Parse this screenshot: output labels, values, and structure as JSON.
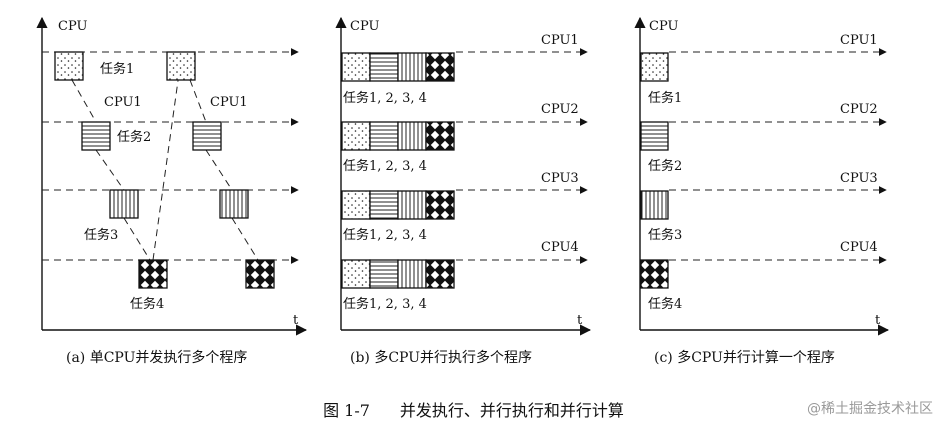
{
  "figure": {
    "number": "图 1-7",
    "title": "并发执行、并行执行和并行计算",
    "watermark": "@稀土掘金技术社区"
  },
  "axis_labels": {
    "y": "CPU",
    "x": "t"
  },
  "panels": [
    {
      "id": "a",
      "caption": "(a) 单CPU并发执行多个程序",
      "cpu_labels": [
        "CPU1",
        "CPU1"
      ],
      "task_labels": [
        "任务1",
        "任务2",
        "任务3",
        "任务4"
      ]
    },
    {
      "id": "b",
      "caption": "(b) 多CPU并行执行多个程序",
      "cpu_labels": [
        "CPU1",
        "CPU2",
        "CPU3",
        "CPU4"
      ],
      "task_labels": [
        "任务1, 2, 3, 4",
        "任务1, 2, 3, 4",
        "任务1, 2, 3, 4",
        "任务1, 2, 3, 4"
      ]
    },
    {
      "id": "c",
      "caption": "(c) 多CPU并行计算一个程序",
      "cpu_labels": [
        "CPU1",
        "CPU2",
        "CPU3",
        "CPU4"
      ],
      "task_labels": [
        "任务1",
        "任务2",
        "任务3",
        "任务4"
      ]
    }
  ]
}
